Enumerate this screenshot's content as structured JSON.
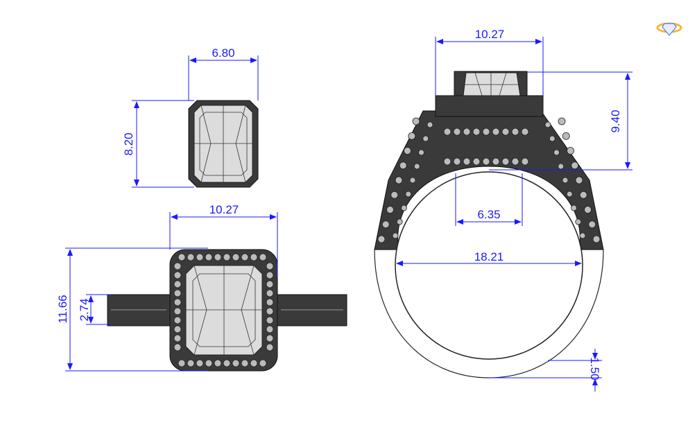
{
  "colors": {
    "dimension": "#1a1aff",
    "metal": "#3a3a3a",
    "gem": "#dcdcdc",
    "logo": "#f5b830"
  },
  "logo": {
    "icon": "ring-diamond-logo-icon"
  },
  "stone_view": {
    "width_label": "6.80",
    "height_label": "8.20"
  },
  "top_view": {
    "width_label": "10.27",
    "height_label": "11.66",
    "band_label": "2.74"
  },
  "front_view": {
    "width_label": "10.27",
    "height_label": "9.40",
    "gallery_label": "6.35",
    "inner_diameter_label": "18.21",
    "shank_label": "1.50"
  }
}
